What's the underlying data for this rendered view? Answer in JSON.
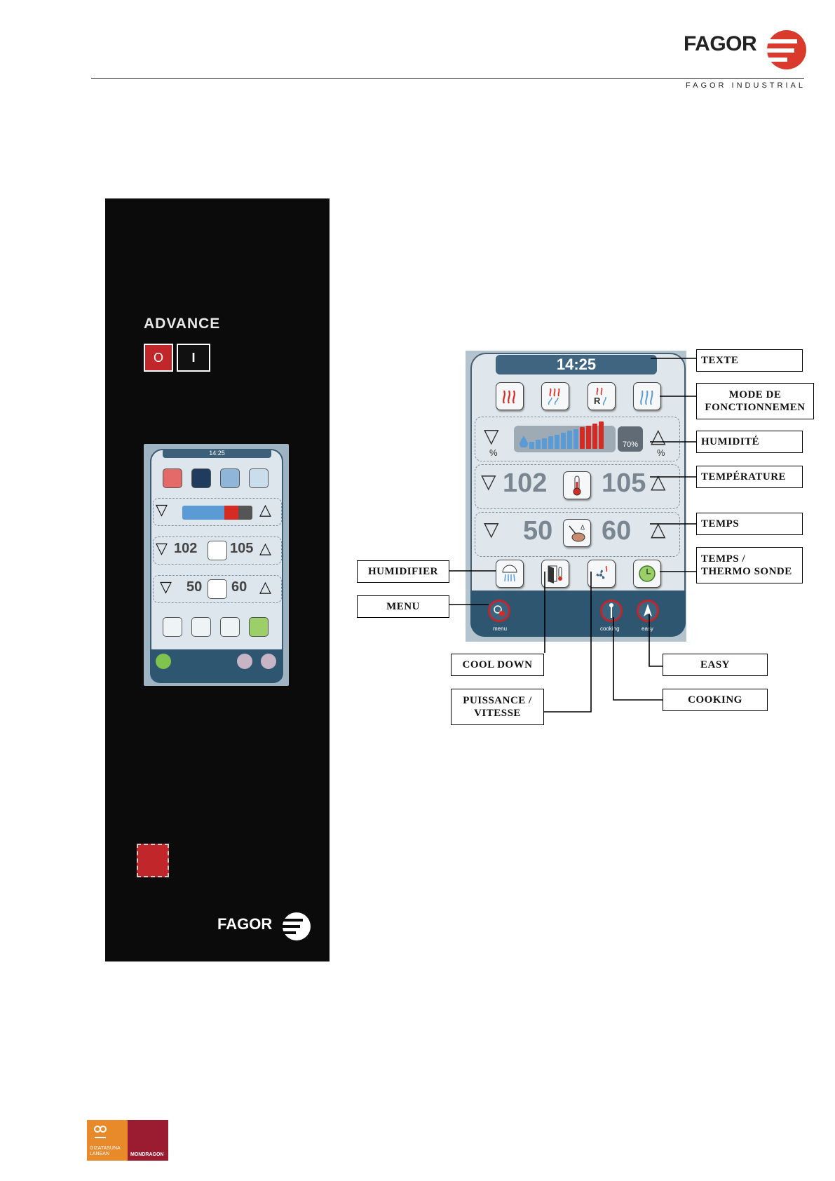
{
  "header": {
    "brand": "FAGOR",
    "division": "FAGOR INDUSTRIAL"
  },
  "device": {
    "brand": "ADVANCE",
    "off_symbol": "O",
    "on_symbol": "I",
    "mini_time": "14:25",
    "mini_temp_left": "102",
    "mini_temp_right": "105",
    "mini_time_left": "50",
    "mini_time_right": "60",
    "logo": "FAGOR"
  },
  "screen": {
    "time": "14:25",
    "humidity_symbol": "%",
    "humidity_level": "70%",
    "temp_current": "102",
    "temp_set": "105",
    "time_current": "50",
    "time_set": "60",
    "btn_menu": "menu",
    "btn_cooking": "cooking",
    "btn_easy": "easy",
    "humidity_bars": [
      1,
      2,
      3,
      4,
      5,
      6,
      7,
      8,
      9,
      10,
      11,
      12
    ]
  },
  "callouts": {
    "texte": "TEXTE",
    "mode": "MODE DE FONCTIONNEMEN",
    "humidite": "HUMIDITÉ",
    "temperature": "TEMPÉRATURE",
    "temps": "TEMPS",
    "temps_sonde": "TEMPS / THERMO SONDE",
    "humidifier": "HUMIDIFIER",
    "menu": "MENU",
    "cool_down": "COOL DOWN",
    "puissance": "PUISSANCE / VITESSE",
    "easy": "EASY",
    "cooking": "COOKING"
  },
  "footer": {
    "logo_left": "GIZATASUNA LANEAN",
    "logo_right": "MONDRAGON"
  },
  "colors": {
    "brand_red": "#c0262a",
    "screen_blue": "#3f6580",
    "bar_blue": "#5b9bd5",
    "bar_red": "#d62b22"
  }
}
